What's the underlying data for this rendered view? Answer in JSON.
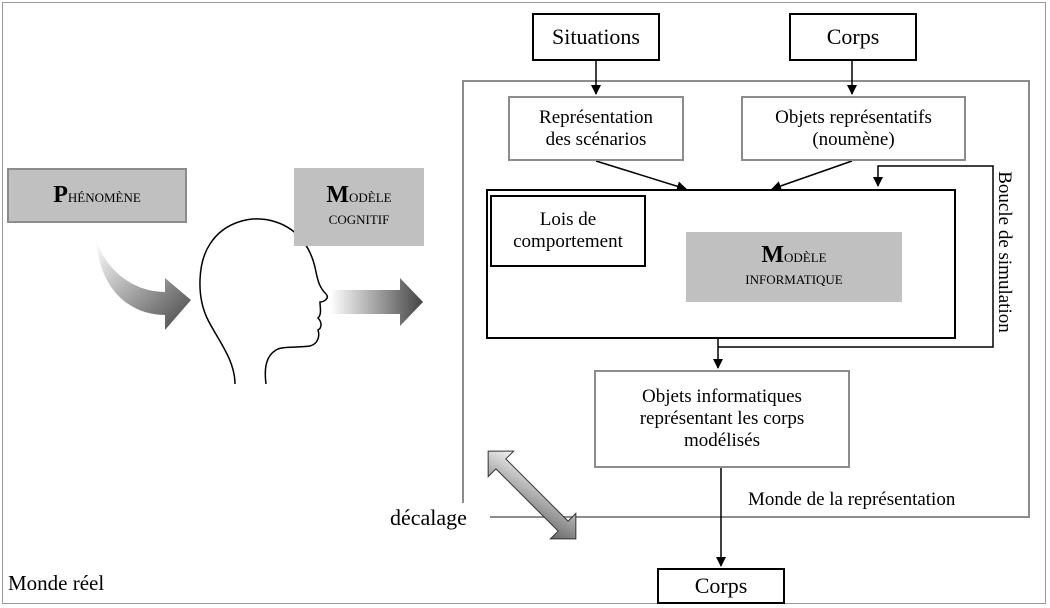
{
  "labels": {
    "situations": "Situations",
    "corps_top": "Corps",
    "representation_scenarios_1": "Représentation",
    "representation_scenarios_2": "des scénarios",
    "objets_representatifs_1": "Objets représentatifs",
    "objets_representatifs_2": "(noumène)",
    "lois_1": "Lois de",
    "lois_2": "comportement",
    "modele_info_initial": "M",
    "modele_info_rest": "odèle",
    "modele_info_line2": "informatique",
    "phenomene_initial": "P",
    "phenomene_rest": "hénomène",
    "modele_cognitif_initial": "M",
    "modele_cognitif_rest": "odèle",
    "modele_cognitif_line2": "cognitif",
    "boucle": "Boucle de simulation",
    "objets_informatiques_1": "Objets informatiques",
    "objets_informatiques_2": "représentant les corps",
    "objets_informatiques_3": "modélisés",
    "monde_representation": "Monde de la représentation",
    "decalage": "décalage",
    "corps_bottom": "Corps",
    "monde_reel": "Monde réel"
  },
  "colors": {
    "box_fill_gray": "#c0c0c0",
    "frame_gray": "#8c8c8c",
    "line": "#000000"
  }
}
